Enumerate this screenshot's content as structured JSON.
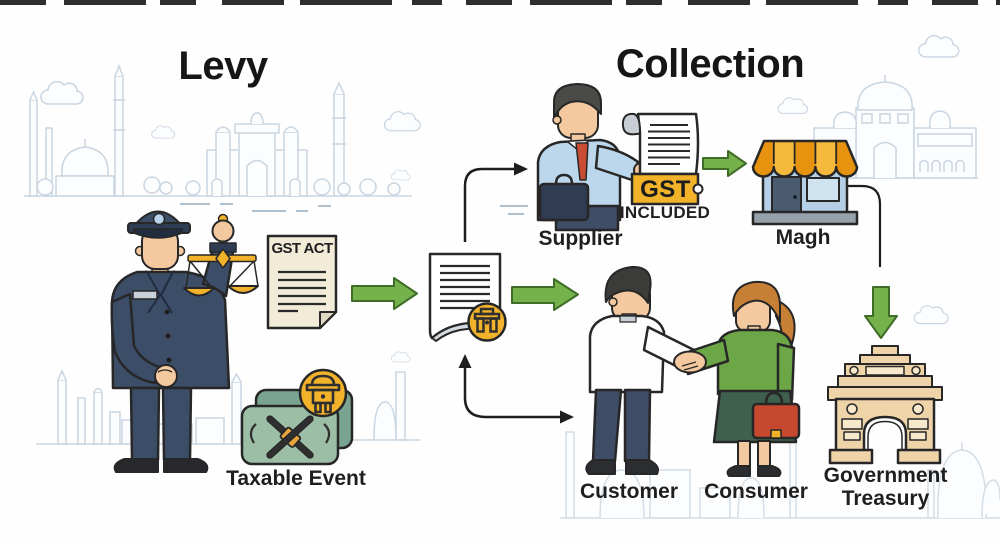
{
  "titles": {
    "levy": "Levy",
    "collection": "Collection"
  },
  "labels": {
    "gst_act": "GST ACT",
    "taxable_event": "Taxable Event",
    "supplier": "Supplier",
    "gst_tag": "GST",
    "gst_included": "INCLUDED",
    "shop": "Magh",
    "customer": "Customer",
    "consumer": "Consumer",
    "treasury_line1": "Government",
    "treasury_line2": "Treasury"
  },
  "flow_arrows": [
    {
      "from": "GST ACT",
      "to": "tax-document",
      "style": "green-block"
    },
    {
      "from": "tax-document",
      "to": "Supplier",
      "style": "curved-line"
    },
    {
      "from": "tax-document",
      "to": "Customer & Consumer",
      "style": "green-block"
    },
    {
      "from": "Customer & Consumer",
      "to": "tax-document",
      "style": "curved-line-double-head"
    },
    {
      "from": "Supplier invoice",
      "to": "Magh shop",
      "style": "green-block"
    },
    {
      "from": "Magh shop",
      "to": "Government Treasury",
      "style": "line-then-green-block-down"
    }
  ],
  "icons": [
    "officer-figure",
    "justice-scales-icon",
    "gst-act-document",
    "taxable-event-folders-icon",
    "crossed-tools-icon",
    "camera-badge-icon",
    "tax-document",
    "gate-badge-icon",
    "supplier-figure",
    "invoice-scroll",
    "gst-tag",
    "shop-icon",
    "customer-figure",
    "consumer-figure",
    "handshake-hands",
    "red-briefcase-icon",
    "treasury-arch-icon",
    "india-skyline-background",
    "cloud-icon"
  ],
  "colors": {
    "arrow_green": "#76b24b",
    "arrow_green_outline": "#3f6d28",
    "gold": "#f2b32a",
    "awning_orange": "#e8930f",
    "navy_suit": "#3c4d68",
    "navy_dark": "#2e3c54",
    "skin": "#f5c9a0",
    "paper_beige": "#f1ebd8",
    "paper_white": "#ffffff",
    "folder_front": "#9cbda6",
    "folder_back": "#7ba392",
    "red_accent": "#c4492f",
    "light_blue": "#b5d0e6",
    "teal_skirt": "#40604f",
    "green_top": "#6da647",
    "tan_arch": "#eed4a8",
    "outline_dark": "#272727",
    "skyline_line": "#c9d5e1",
    "text_dark": "#1f1f1f"
  }
}
